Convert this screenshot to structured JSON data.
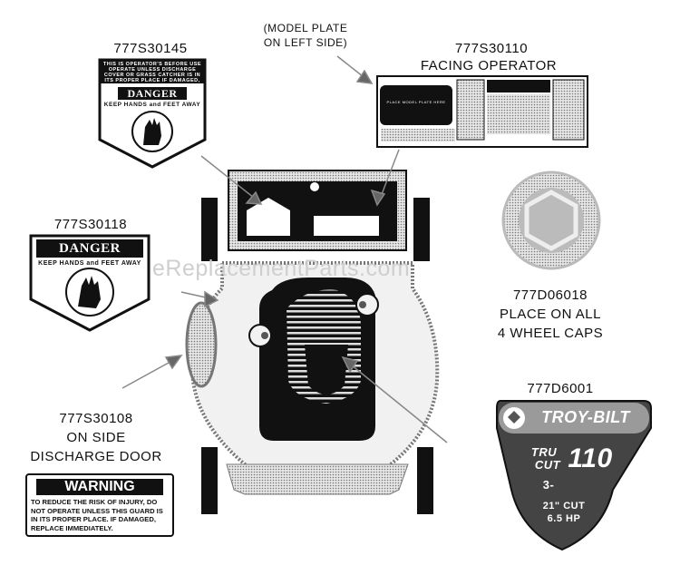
{
  "labels": {
    "model_plate_note_1": "(MODEL PLATE",
    "model_plate_note_2": "ON LEFT SIDE)",
    "part_777S30145": "777S30145",
    "part_777S30110": "777S30110",
    "facing_operator": "FACING OPERATOR",
    "part_777S30118": "777S30118",
    "part_777D06018": "777D06018",
    "place_on_all": "PLACE ON ALL",
    "wheel_caps": "4 WHEEL CAPS",
    "part_777D6001": "777D6001",
    "part_777S30108": "777S30108",
    "on_side": "ON SIDE",
    "discharge_door": "DISCHARGE DOOR"
  },
  "decals": {
    "danger_small_title": "DANGER",
    "danger_small_sub": "KEEP HANDS and FEET AWAY",
    "danger_large_title": "DANGER",
    "danger_large_sub": "KEEP HANDS and FEET AWAY",
    "warning_title": "WARNING",
    "warning_text": "TO REDUCE THE RISK OF INJURY, DO NOT OPERATE UNLESS THIS GUARD IS IN ITS PROPER PLACE. IF DAMAGED, REPLACE IMMEDIATELY.",
    "danger_top_text": "THIS IS OPERATOR'S BEFORE USE OPERATE UNLESS DISCHARGE COVER OR GRASS CATCHER IS IN ITS PROPER PLACE IF DAMAGED, REPLACE IMMEDIATELY.",
    "model_plate_text": "PLACE MODEL PLATE HERE",
    "brand": "TROY-BILT",
    "model_name_1": "TRU",
    "model_name_2": "CUT",
    "model_number": "110",
    "spec_1": "21\" CUT",
    "spec_2": "6.5 HP",
    "spec_top": "3-"
  },
  "watermark": "eReplacementParts.com",
  "colors": {
    "ink": "#111111",
    "halftone": "#b8b8b8",
    "light_gray": "#d9d9d9",
    "watermark": "#cfcfcf"
  }
}
